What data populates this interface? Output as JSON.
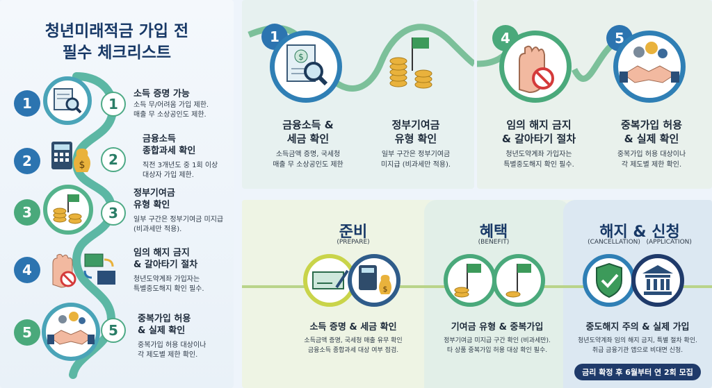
{
  "left": {
    "title_line1": "청년미래적금 가입 전",
    "title_line2": "필수 체크리스트",
    "items": [
      {
        "num": "1",
        "title": "소득 증명 가능",
        "desc1": "소득 무/어려움 가입 제한.",
        "desc2": "매출 무 소상공인도 제한."
      },
      {
        "num": "2",
        "title": "금융소득",
        "title2": "종합과세 확인",
        "desc1": "직전 3개년도 중 1회 이상",
        "desc2": "대상자 가입 제한."
      },
      {
        "num": "3",
        "title": "정부기여금",
        "title2": "유형 확인",
        "desc1": "일부 구간은 정부기여금 미지급",
        "desc2": "(비과세만 적용)."
      },
      {
        "num": "4",
        "title": "임의 해지 금지",
        "title2": "& 갈아타기 절차",
        "desc1": "청년도약계좌 가입자는",
        "desc2": "특별중도해지 확인 필수."
      },
      {
        "num": "5",
        "title": "중복가입 허용",
        "title2": "& 실제 확인",
        "desc1": "중복가입 허용 대상이나",
        "desc2": "각 제도별 제한 확인."
      }
    ]
  },
  "top": {
    "steps": [
      {
        "num": "1",
        "title1": "금융소득 &",
        "title2": "세금 확인",
        "desc1": "소득금액 증명, 국세청",
        "desc2": "매출 무 소상공인도 제한"
      },
      {
        "num": "",
        "title1": "정부기여금",
        "title2": "유형 확인",
        "desc1": "일부 구간은 정부기여금",
        "desc2": "미지급 (비과세만 적용)."
      },
      {
        "num": "4",
        "title1": "임의 해지 금지",
        "title2": "& 갈아타기 절차",
        "desc1": "청년도약계좌 가입자는",
        "desc2": "특별중도해지 확인 필수."
      },
      {
        "num": "5",
        "title1": "중복가입 허용",
        "title2": "& 실제 확인",
        "desc1": "중복가입 허용 대상이나",
        "desc2": "각 제도별 제한 확인."
      }
    ]
  },
  "bottom": {
    "sections": [
      {
        "title": "준비",
        "sub": "(PREPARE)",
        "heading": "소득 증명 & 세금 확인",
        "desc1": "소득금액 증명, 국세청 매출 유무 확인",
        "desc2": "금융소득 종합과세 대상 여부 점검."
      },
      {
        "title": "혜택",
        "sub": "(BENEFIT)",
        "heading": "기여금 유형 & 중복가입",
        "desc1": "정부기여금 미지급 구간 확인 (비과세만).",
        "desc2": "타 상품 중복가입 허용 대상 확인 필수."
      },
      {
        "title": "해지 & 신청",
        "sub": "(CANCELLATION)   (APPLICATION)",
        "heading": "중도해지 주의 & 실제 가입",
        "desc1": "청년도약계좌 임의 해지 금지, 특별 절차 확인.",
        "desc2": "취급 금융기관 앱으로 비대면 신청."
      }
    ],
    "pill": "금리 확정 후 6월부터 연 2회 모집"
  },
  "colors": {
    "navy": "#173866",
    "teal": "#4eaa86",
    "blue": "#2f7fb5"
  }
}
